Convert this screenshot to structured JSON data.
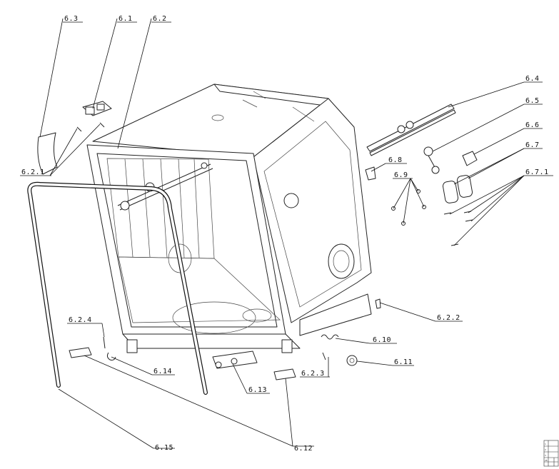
{
  "labels": {
    "l_6_1": "6.1",
    "l_6_2": "6.2",
    "l_6_3": "6.3",
    "l_6_2_1": "6.2.1",
    "l_6_4": "6.4",
    "l_6_5": "6.5",
    "l_6_6": "6.6",
    "l_6_7": "6.7",
    "l_6_7_1": "6.7.1",
    "l_6_8": "6.8",
    "l_6_9": "6.9",
    "l_6_2_2": "6.2.2",
    "l_6_10": "6.10",
    "l_6_11": "6.11",
    "l_6_2_3": "6.2.3",
    "l_6_2_4": "6.2.4",
    "l_6_14": "6.14",
    "l_6_13": "6.13",
    "l_6_12": "6.12",
    "l_6_15": "6.15"
  },
  "title_block": {
    "r1": "1",
    "r2": "2",
    "r3": "3",
    "r4": "28"
  }
}
